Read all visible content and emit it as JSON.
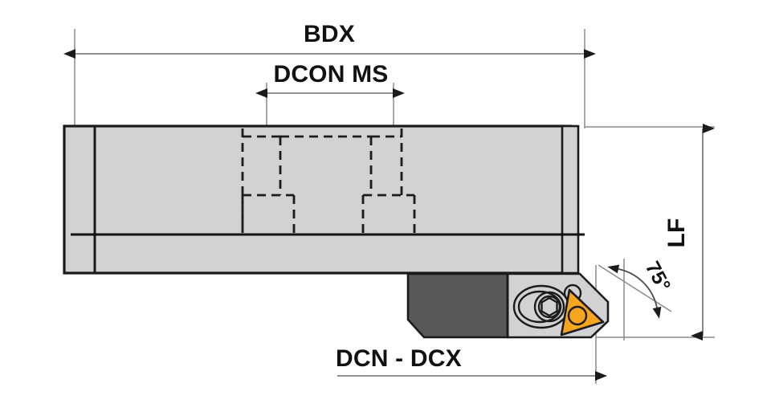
{
  "drawing": {
    "title": "Turning tool holder dimension diagram",
    "dimensions": {
      "bdx": {
        "label": "BDX",
        "name": "overall-body-length"
      },
      "dcon_ms": {
        "label": "DCON MS",
        "name": "connection-diameter-machine-side"
      },
      "lf": {
        "label": "LF",
        "name": "functional-length"
      },
      "dcn_dcx": {
        "label": "DCN - DCX",
        "name": "cutting-diameter-min-max"
      },
      "angle": {
        "label": "75°",
        "value": 75,
        "unit": "degrees",
        "name": "lead-angle"
      }
    },
    "components": {
      "shank_body": "tool-shank-body",
      "dark_block": "tool-block",
      "head": "cutting-head",
      "insert": "cutting-insert",
      "clamp_screw": "clamping-screw",
      "hidden_features": "internal-coolant-bores"
    },
    "colors": {
      "shank_fill": "#d2d2d4",
      "head_fill": "#d2d2d4",
      "dark_block_fill": "#585858",
      "insert_fill": "#f5a51e",
      "outline": "#1b1b1b",
      "dimension_line": "#6d6d6d",
      "background": "#ffffff"
    }
  }
}
